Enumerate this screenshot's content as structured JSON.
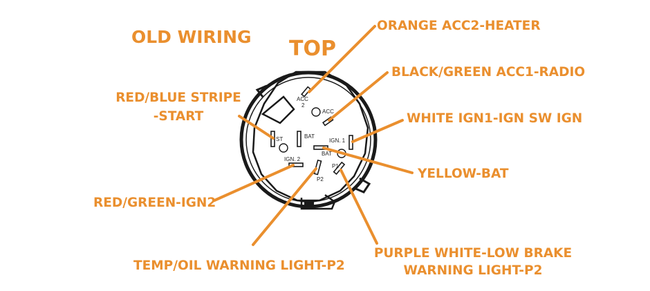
{
  "headings": {
    "old_wiring": "OLD WIRING",
    "top": "TOP"
  },
  "callouts": {
    "orange_acc2": "ORANGE ACC2-HEATER",
    "black_green_acc1": "BLACK/GREEN ACC1-RADIO",
    "white_ign1": "WHITE IGN1-IGN SW IGN",
    "yellow_bat": "YELLOW-BAT",
    "red_blue_line1": "RED/BLUE STRIPE",
    "red_blue_line2": "-START",
    "red_green_ign2": "RED/GREEN-IGN2",
    "temp_oil": "TEMP/OIL WARNING LIGHT-P2",
    "purple_line1": "PURPLE WHITE-LOW BRAKE",
    "purple_line2": "WARNING LIGHT-P2"
  },
  "terminals": {
    "acc2": "ACC",
    "acc2_num": "2",
    "acc1": "ACC",
    "bat_top": "BAT",
    "ign1": "IGN. 1",
    "st": "ST",
    "bat_mid": "BAT",
    "ign2": "IGN. 2",
    "p1": "P1",
    "p2": "P2"
  },
  "colors": {
    "label": "#ea8f2e",
    "ink": "#1a1a1a"
  }
}
